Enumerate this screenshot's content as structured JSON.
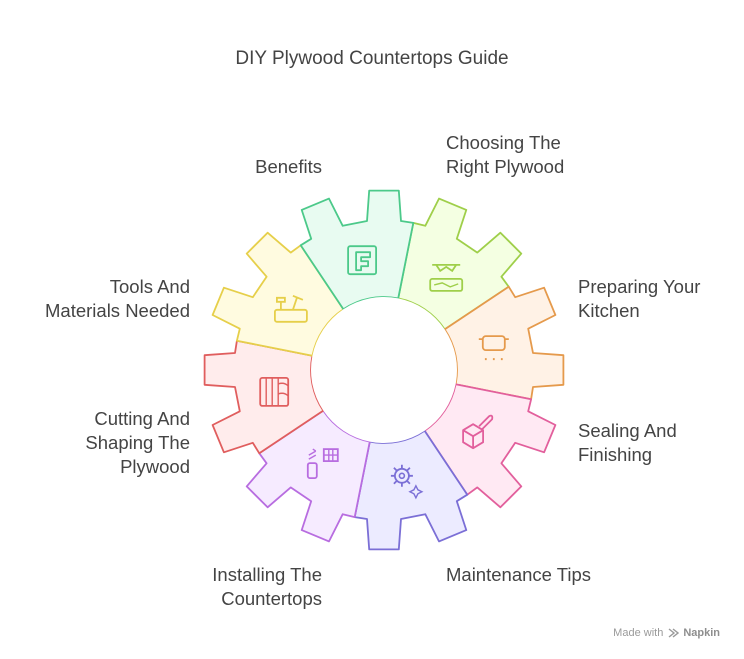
{
  "title": "DIY Plywood Countertops Guide",
  "segments": [
    {
      "lines": [
        "Choosing The",
        "Right Plywood"
      ],
      "fill": "#f4ffe2",
      "stroke": "#9fcf4a",
      "icon": "saw-cutting-board-icon"
    },
    {
      "lines": [
        "Preparing Your",
        "Kitchen"
      ],
      "fill": "#fff2e6",
      "stroke": "#e59a4c",
      "icon": "cooking-pot-icon"
    },
    {
      "lines": [
        "Sealing And",
        "Finishing"
      ],
      "fill": "#ffe9f3",
      "stroke": "#e25f9c",
      "icon": "paint-box-icon"
    },
    {
      "lines": [
        "Maintenance Tips"
      ],
      "fill": "#ecebff",
      "stroke": "#7b6fd6",
      "icon": "gear-sparkle-icon"
    },
    {
      "lines": [
        "Installing The",
        "Countertops"
      ],
      "fill": "#f6ebff",
      "stroke": "#b86de0",
      "icon": "phone-grid-icon"
    },
    {
      "lines": [
        "Cutting And",
        "Shaping The",
        "Plywood"
      ],
      "fill": "#ffecec",
      "stroke": "#e05e5e",
      "icon": "wood-panel-icon"
    },
    {
      "lines": [
        "Tools And",
        "Materials Needed"
      ],
      "fill": "#fffbe0",
      "stroke": "#e6cf4a",
      "icon": "toolbox-icon"
    },
    {
      "lines": [
        "Benefits"
      ],
      "fill": "#e8fbf1",
      "stroke": "#4cc98a",
      "icon": "framed-f-icon"
    }
  ],
  "footer": {
    "made_with": "Made with",
    "brand": "Napkin"
  }
}
